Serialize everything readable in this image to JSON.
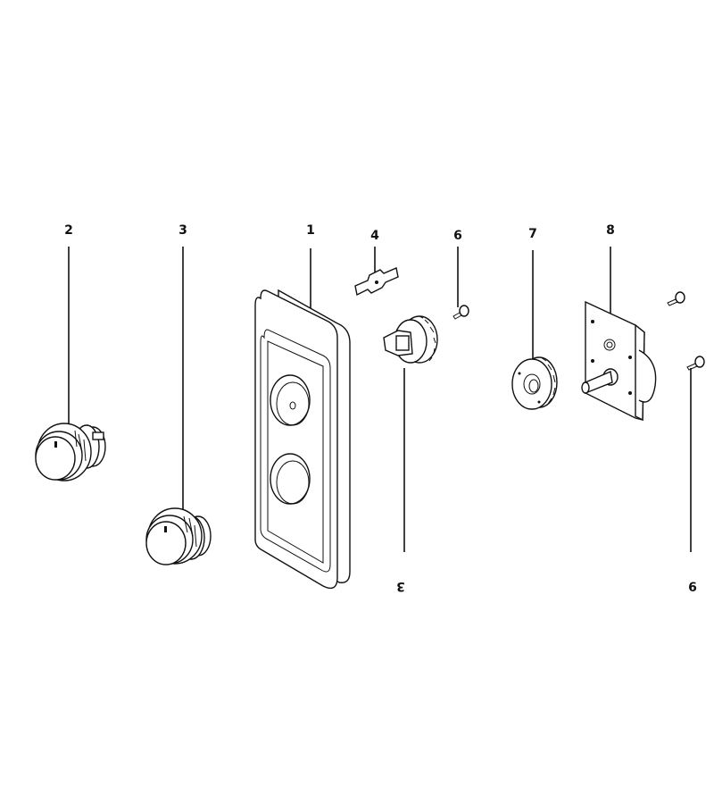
{
  "callouts": {
    "c1": "1",
    "c2": "2",
    "c3": "3",
    "c3b": "3",
    "c4": "4",
    "c6": "6",
    "c6b": "6",
    "c7": "7",
    "c8": "8"
  }
}
